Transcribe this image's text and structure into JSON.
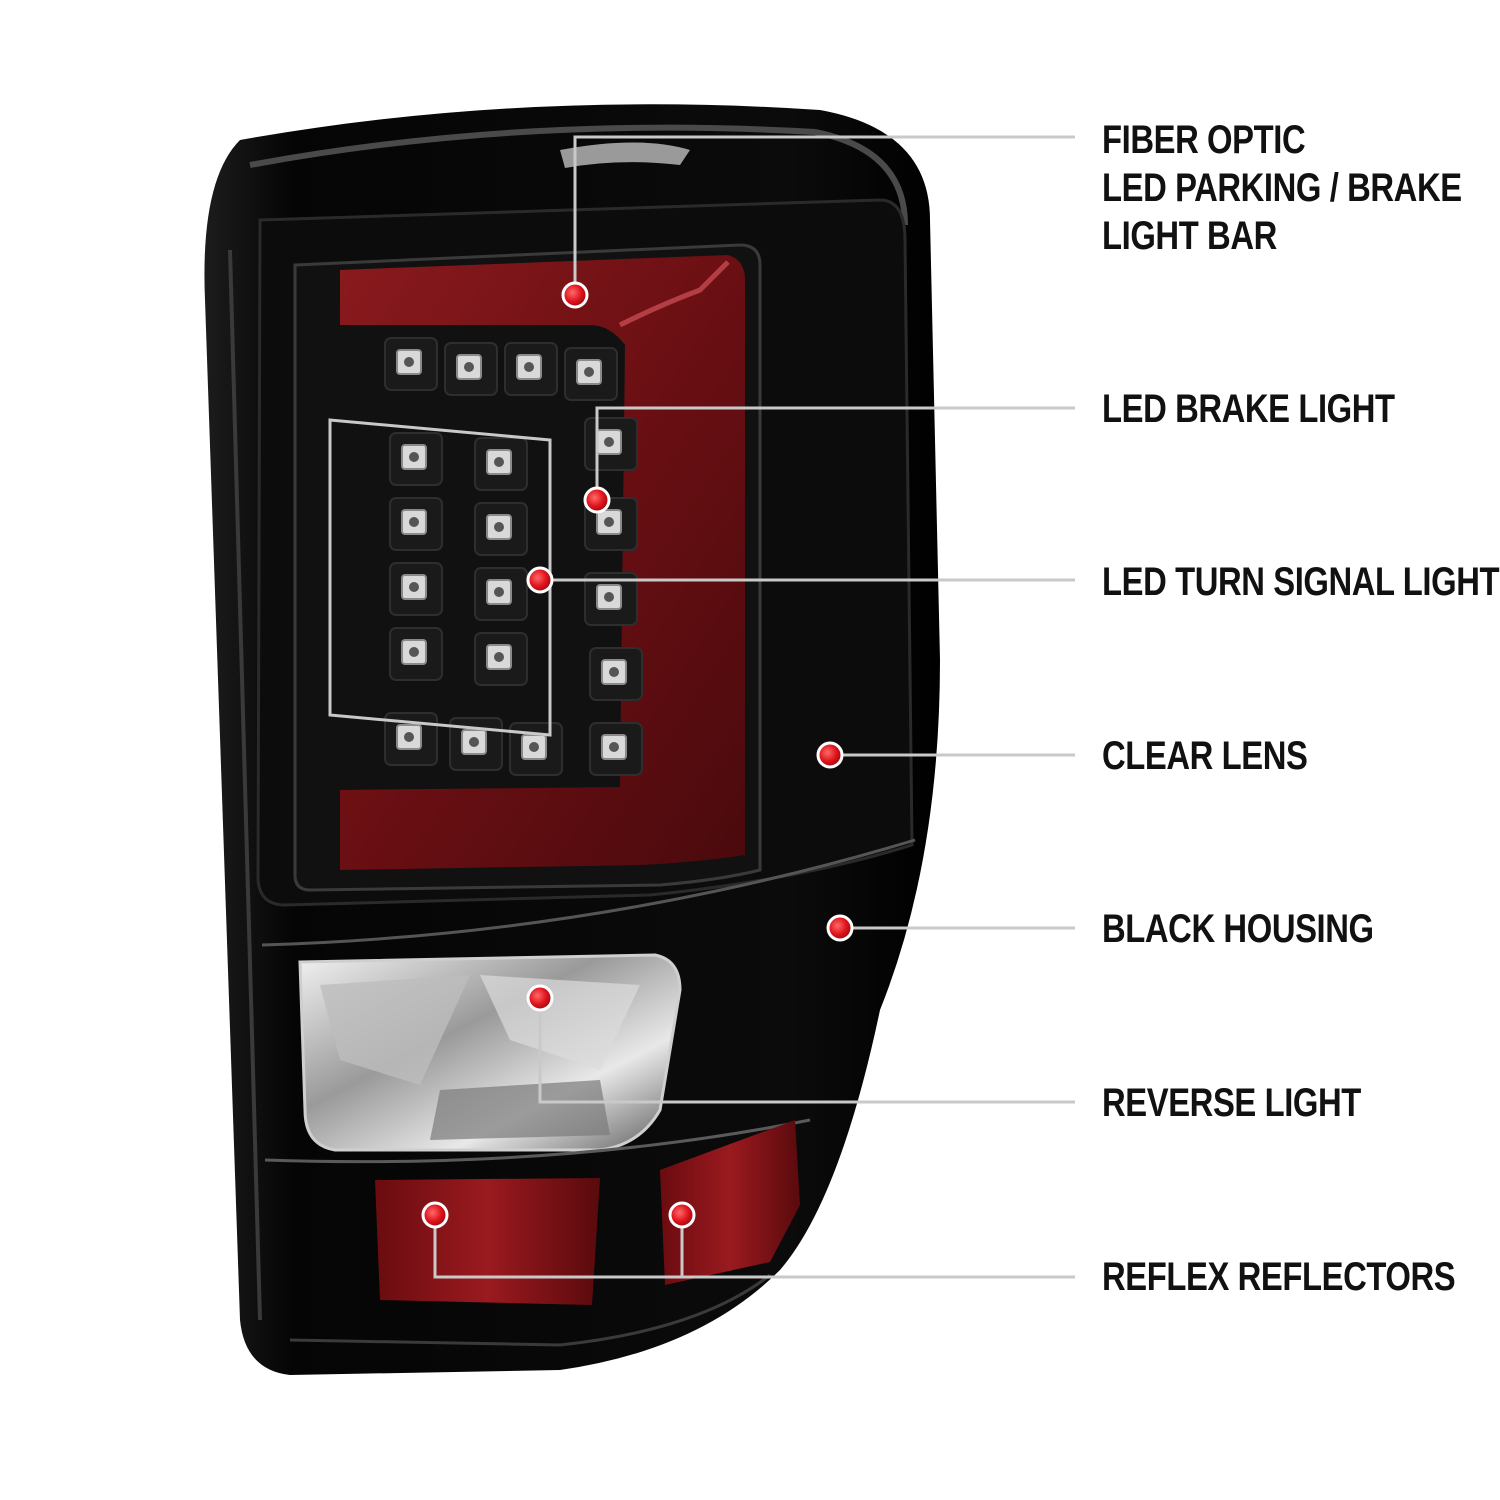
{
  "palette": {
    "lens_red": "#7a1216",
    "housing_black": "#0a0a0a",
    "marker_red": "#e0141e",
    "leader_grey": "#c9c9c9"
  },
  "callouts": [
    {
      "id": "fiber-optic",
      "lines": [
        "FIBER OPTIC",
        "LED PARKING / BRAKE",
        "LIGHT BAR"
      ]
    },
    {
      "id": "led-brake",
      "lines": [
        "LED BRAKE LIGHT"
      ]
    },
    {
      "id": "led-turn",
      "lines": [
        "LED TURN SIGNAL LIGHT"
      ]
    },
    {
      "id": "clear-lens",
      "lines": [
        "CLEAR LENS"
      ]
    },
    {
      "id": "black-housing",
      "lines": [
        "BLACK HOUSING"
      ]
    },
    {
      "id": "reverse-light",
      "lines": [
        "REVERSE LIGHT"
      ]
    },
    {
      "id": "reflex-reflectors",
      "lines": [
        "REFLEX REFLECTORS"
      ]
    }
  ]
}
